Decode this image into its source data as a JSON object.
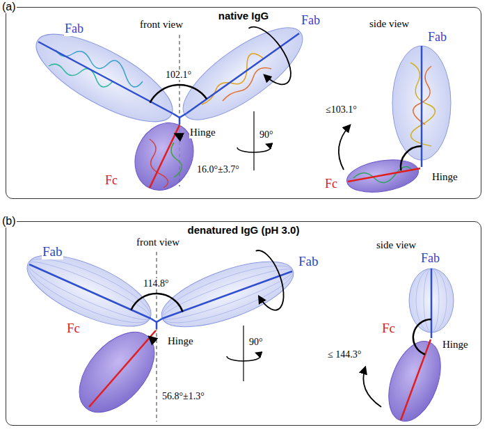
{
  "diagram": {
    "nodes": [
      {
        "text": [
          "native IgG"
        ]
      },
      {
        "text": [
          "denatured IgG (pH 3.0)"
        ]
      }
    ],
    "labels": [
      "(a)",
      "front view",
      "Fab",
      "Fab",
      "102.1°",
      "Hinge",
      "Fc",
      "16.0°±3.7°",
      "90°",
      "side view",
      "Fab",
      "≤103.1°",
      "Hinge",
      "Fc",
      "(b)",
      "front view",
      "Fab",
      "Fab",
      "114.8°",
      "Hinge",
      "Fc",
      "56.8°±1.3°",
      "90°",
      "side view",
      "Fab",
      "≤ 144.3°",
      "Hinge",
      "Fc"
    ]
  }
}
